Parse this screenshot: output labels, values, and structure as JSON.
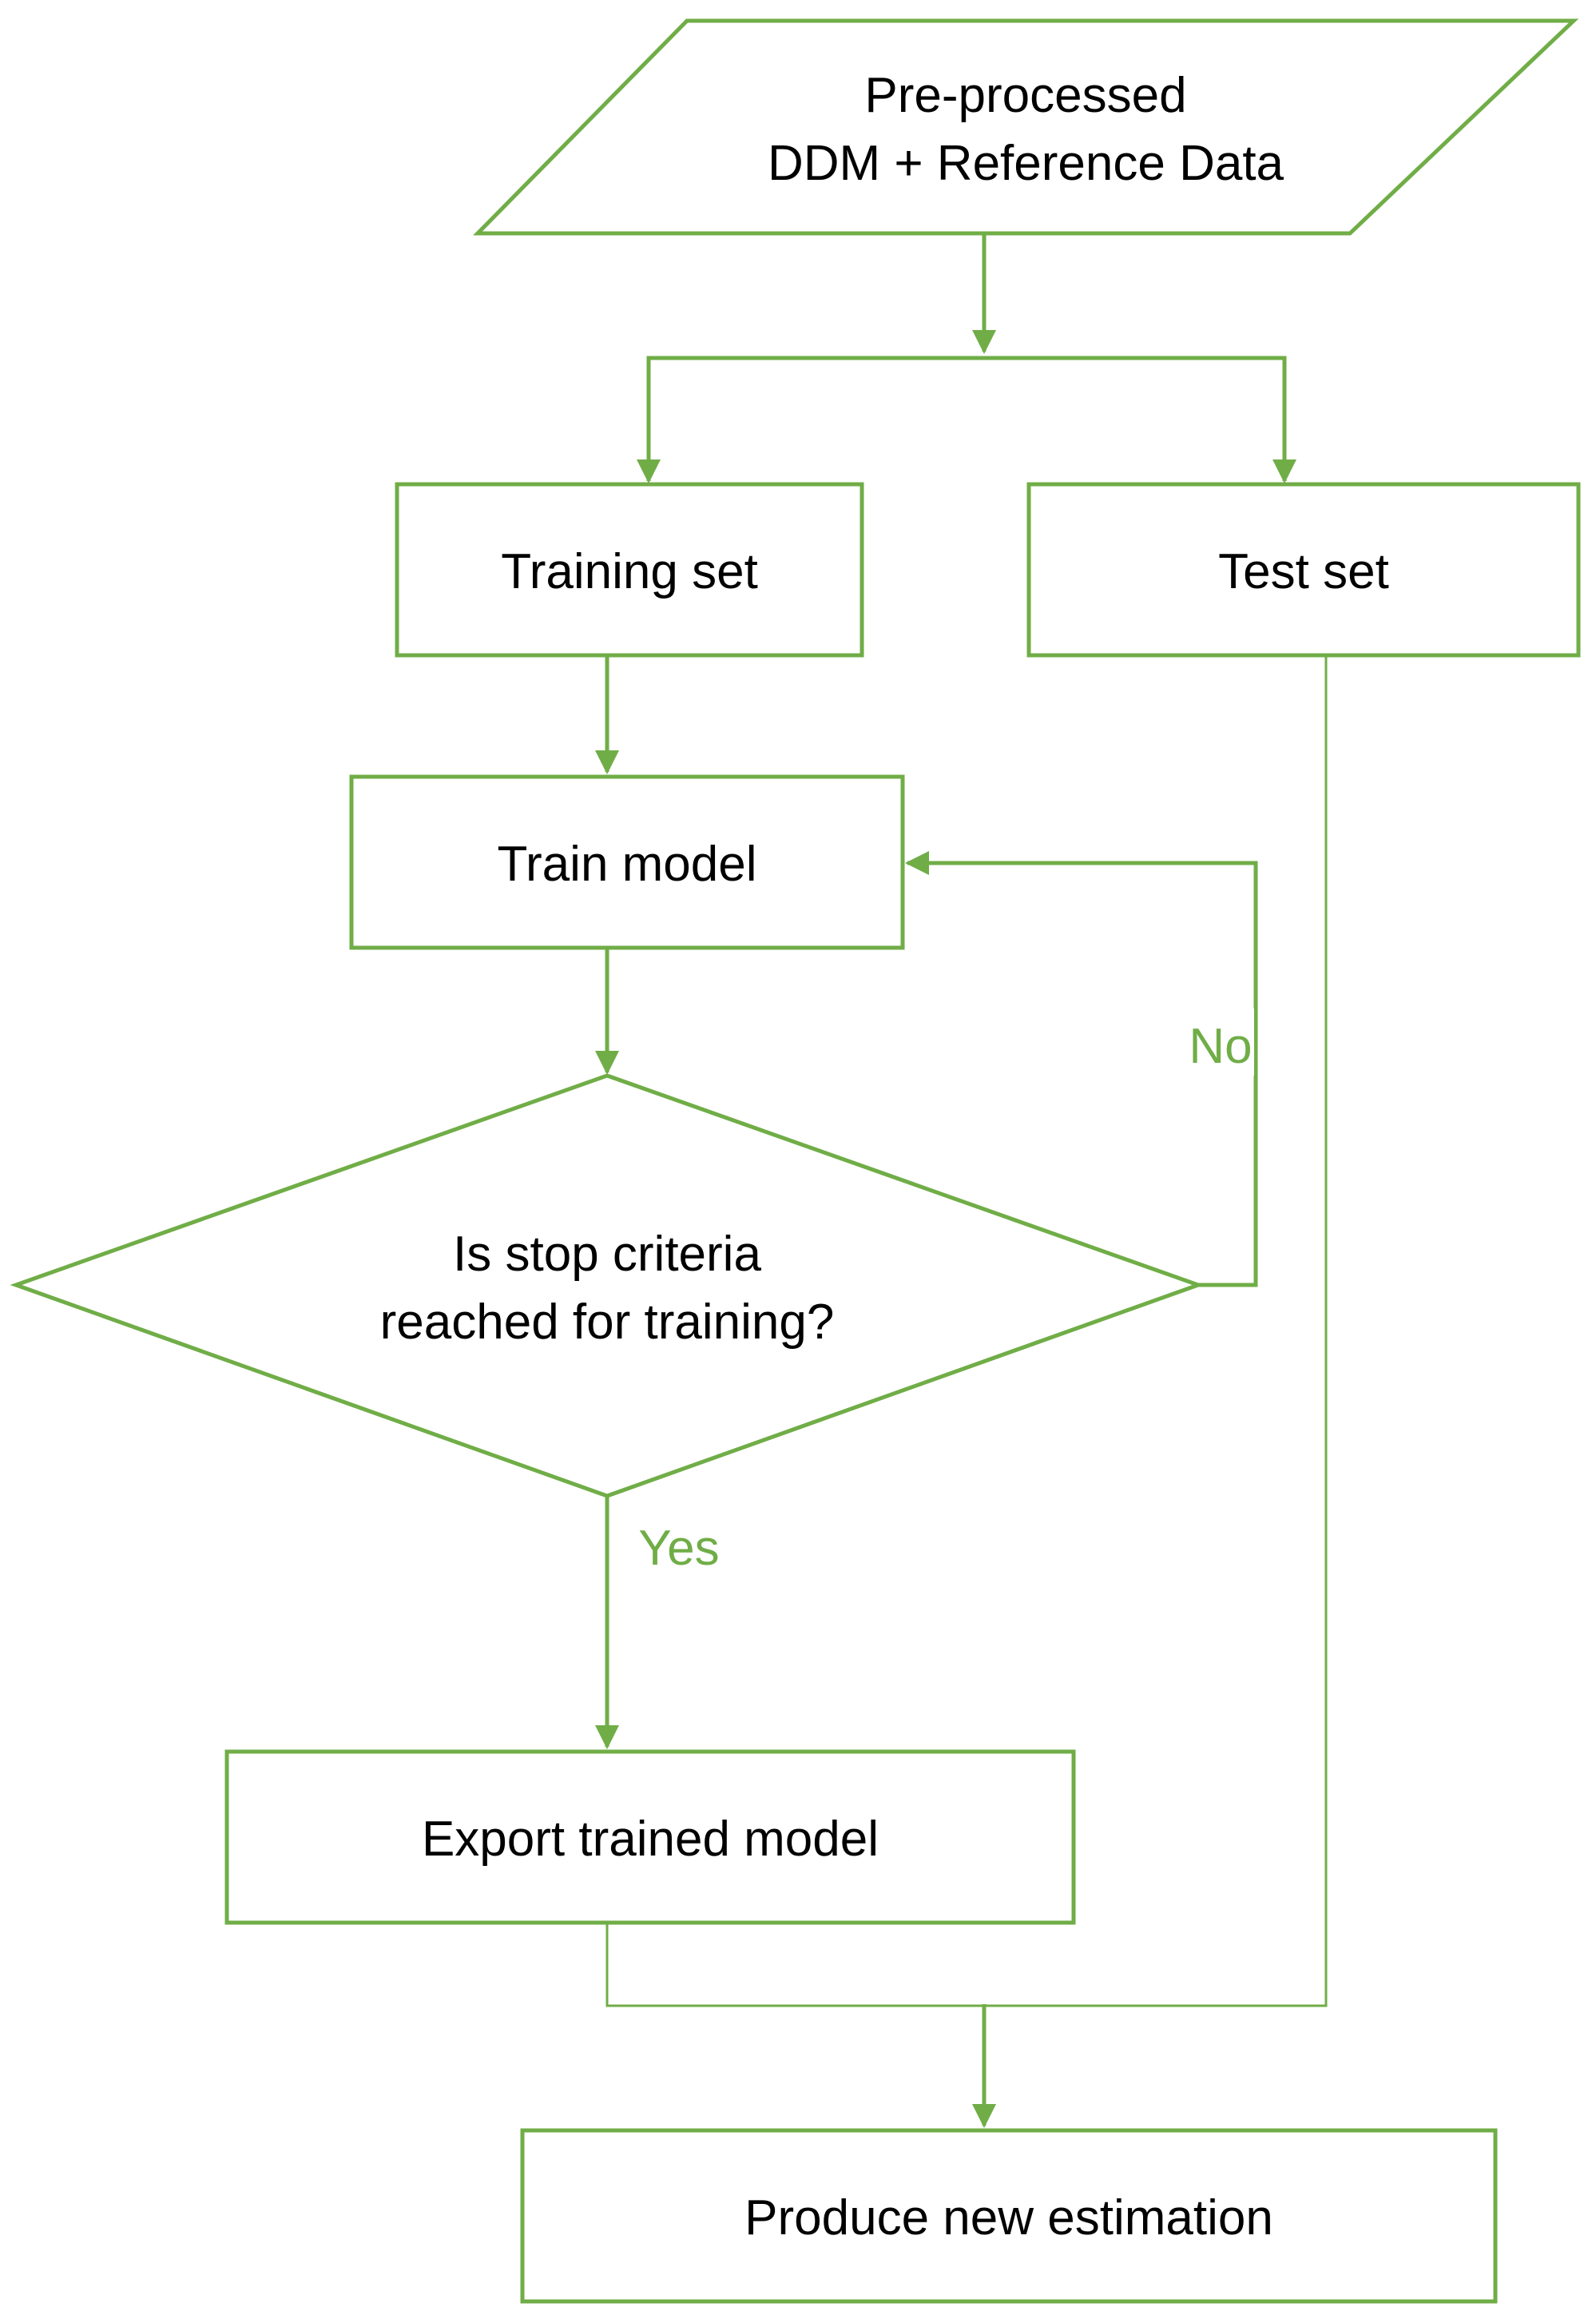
{
  "nodes": {
    "input": {
      "line1": "Pre-processed",
      "line2": "DDM + Reference Data"
    },
    "training_set": {
      "label": "Training set"
    },
    "test_set": {
      "label": "Test set"
    },
    "train_model": {
      "label": "Train model"
    },
    "decision": {
      "line1": "Is stop criteria",
      "line2": "reached for training?"
    },
    "export_model": {
      "label": "Export trained model"
    },
    "produce_estimation": {
      "label": "Produce new estimation"
    }
  },
  "edges": {
    "no_label": "No",
    "yes_label": "Yes"
  },
  "colors": {
    "accent": "#70ad47",
    "text": "#000000",
    "background": "#ffffff"
  }
}
